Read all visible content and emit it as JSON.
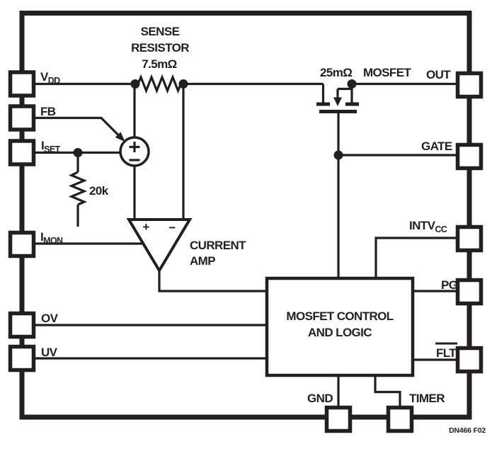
{
  "figure": {
    "id": "DN466 F02"
  },
  "labels": {
    "sense1": "SENSE",
    "sense2": "RESISTOR",
    "sense3": "7.5mΩ",
    "rdson": "25mΩ",
    "mosfet": "MOSFET",
    "amp1": "CURRENT",
    "amp2": "AMP",
    "amp_plus": "+",
    "amp_minus": "−",
    "r20k": "20k",
    "box1": "MOSFET CONTROL",
    "box2": "AND LOGIC"
  },
  "source_circle": {
    "symbol": "±"
  },
  "pins": {
    "vdd": {
      "main": "V",
      "sub": "DD"
    },
    "fb": {
      "main": "FB"
    },
    "iset": {
      "main": "I",
      "sub": "SET"
    },
    "imon": {
      "main": "I",
      "sub": "MON"
    },
    "ov": {
      "main": "OV"
    },
    "uv": {
      "main": "UV"
    },
    "out": {
      "main": "OUT"
    },
    "gate": {
      "main": "GATE"
    },
    "intvcc": {
      "main": "INTV",
      "sub": "CC"
    },
    "pg": {
      "main": "PG"
    },
    "flt": {
      "main": "FLT"
    },
    "timer": {
      "main": "TIMER"
    },
    "gnd": {
      "main": "GND"
    }
  },
  "colors": {
    "ink": "#231f20",
    "background": "#ffffff"
  }
}
